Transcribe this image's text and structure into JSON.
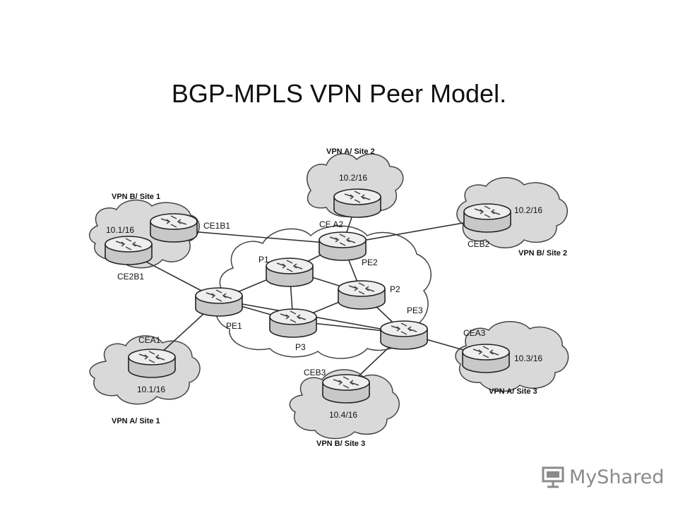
{
  "title": "BGP-MPLS VPN Peer Model.",
  "colors": {
    "cloud_fill": "#d9d9d9",
    "core_cloud_fill": "#ffffff",
    "router_body": "#c8c8c8",
    "router_top": "#eeeeee",
    "line": "#333333",
    "watermark": "#8a8a8a"
  },
  "sites": {
    "vpn_a_site1": {
      "label": "VPN A/ Site 1",
      "prefix": "10.1/16"
    },
    "vpn_a_site2": {
      "label": "VPN A/ Site 2",
      "prefix": "10.2/16"
    },
    "vpn_a_site3": {
      "label": "VPN A/ Site 3",
      "prefix": "10.3/16"
    },
    "vpn_b_site1": {
      "label": "VPN B/ Site 1",
      "prefix": "10.1/16"
    },
    "vpn_b_site2": {
      "label": "VPN B/ Site 2",
      "prefix": "10.2/16"
    },
    "vpn_b_site3": {
      "label": "VPN B/ Site 3",
      "prefix": "10.4/16"
    }
  },
  "routers": {
    "ce1_b1": "CE1B1",
    "ce2_b1": "CE2B1",
    "ce_a1": "CEA1",
    "ce_a2": "CE A2",
    "ce_a3": "CEA3",
    "ce_b2": "CEB2",
    "ce_b3": "CEB3",
    "pe1": "PE1",
    "pe2": "PE2",
    "pe3": "PE3",
    "p1": "P1",
    "p2": "P2",
    "p3": "P3"
  },
  "watermark": {
    "text": "MyShared",
    "icon": "presentation-board-icon"
  }
}
